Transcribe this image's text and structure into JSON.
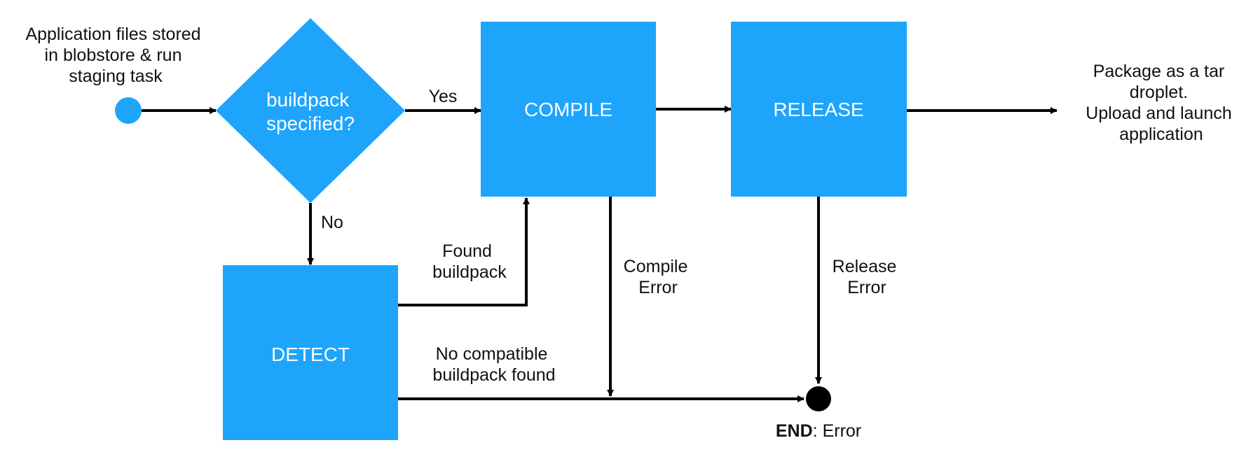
{
  "colors": {
    "node_fill": "#1ea4fb",
    "line": "#000000",
    "start_node": "#1ea4fb",
    "end_node": "#000000",
    "text": "#111111",
    "node_text": "#ffffff"
  },
  "start": {
    "lines": [
      "Application files stored",
      "in blobstore & run",
      "staging task"
    ]
  },
  "decision": {
    "lines": [
      "buildpack",
      "specified?"
    ]
  },
  "edges": {
    "yes": "Yes",
    "no": "No",
    "found": [
      "Found",
      "buildpack"
    ],
    "compile_error": [
      "Compile",
      "Error"
    ],
    "release_error": [
      "Release",
      "Error"
    ],
    "no_compatible": [
      "No compatible",
      "buildpack found"
    ]
  },
  "nodes": {
    "compile": "COMPILE",
    "release": "RELEASE",
    "detect": "DETECT"
  },
  "outcome": {
    "lines": [
      "Package as a tar",
      "droplet.",
      "Upload and launch",
      "application"
    ]
  },
  "end": {
    "bold": "END",
    "rest": ": Error"
  }
}
